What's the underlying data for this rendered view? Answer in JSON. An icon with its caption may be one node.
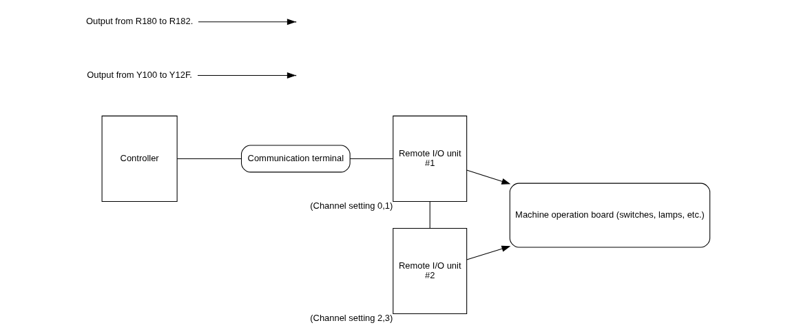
{
  "diagram": {
    "nodes": [
      {
        "text": [
          "Controller"
        ]
      },
      {
        "text": [
          "Communication terminal"
        ]
      },
      {
        "text": [
          "Remote I/O unit",
          "#1"
        ],
        "beside": [
          "(Channel setting 0,1)"
        ]
      },
      {
        "text": [
          "Remote I/O unit",
          "#2"
        ],
        "beside": [
          "(Channel setting 2,3)"
        ]
      },
      {
        "text": [
          "Machine operation board (switches, lamps, etc.)"
        ]
      },
      {
        "text": [
          "Output from Y100 to Y12F."
        ]
      },
      {
        "text": [
          "Output from R180 to R182."
        ]
      }
    ],
    "edges": [
      {
        "from": 0,
        "to": 1,
        "arrow": "none"
      },
      {
        "from": 1,
        "to": 2,
        "arrow": "none"
      },
      {
        "from": 2,
        "to": 4,
        "arrow": "to"
      },
      {
        "from": 2,
        "to": 3,
        "arrow": "none"
      },
      {
        "from": 3,
        "to": 4,
        "arrow": "to"
      },
      {
        "from": 5,
        "to": null,
        "arrow": "to"
      },
      {
        "from": 6,
        "to": null,
        "arrow": "to"
      }
    ]
  }
}
